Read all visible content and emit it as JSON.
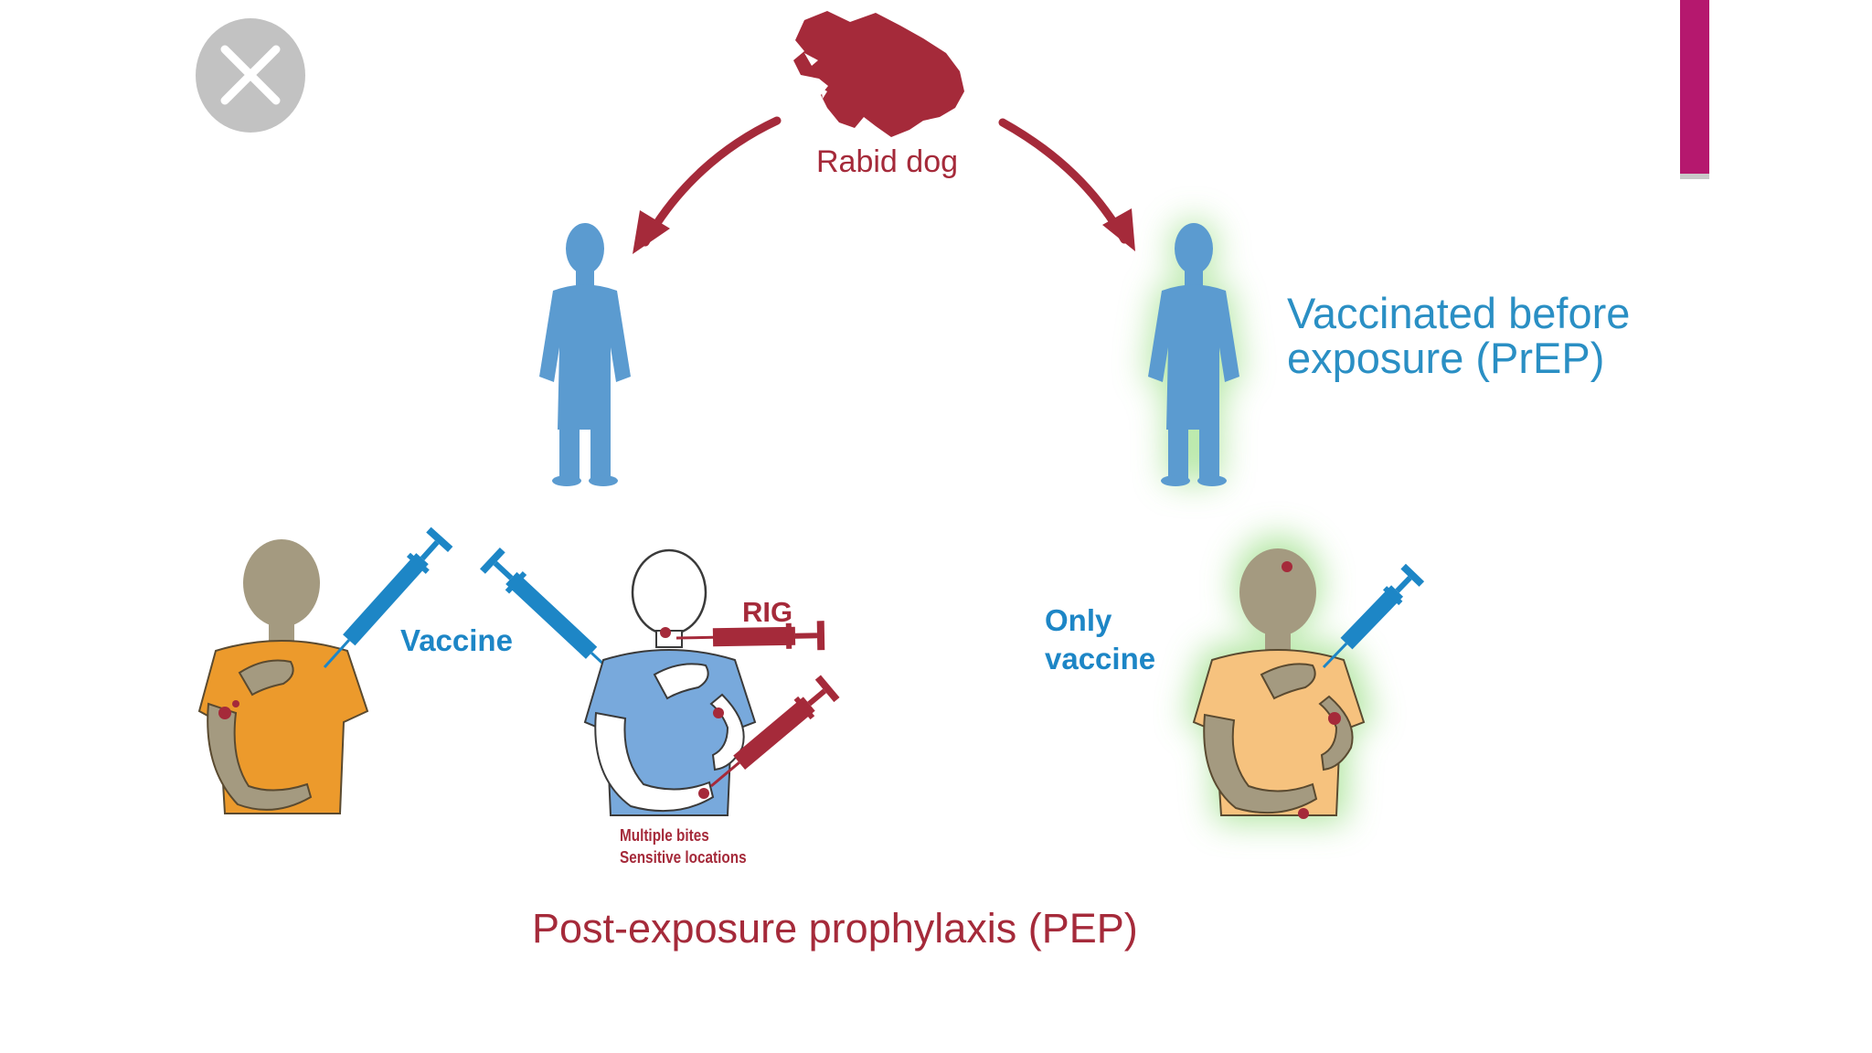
{
  "controls": {
    "close_icon": "close-icon"
  },
  "labels": {
    "rabid_dog": "Rabid dog",
    "prep": "Vaccinated before\nexposure (PrEP)",
    "vaccine": "Vaccine",
    "only_vaccine": "Only\nvaccine",
    "rig": "RIG",
    "bites_note": "Multiple bites\nSensitive locations",
    "pep": "Post-exposure prophylaxis (PEP)"
  },
  "colors": {
    "dog": "#a52a3a",
    "arrow": "#a52a3a",
    "child_silhouette": "#5b9bd0",
    "syringe_blue": "#1d86c6",
    "syringe_red": "#a52a3a",
    "shirt_orange": "#ec9a2c",
    "shirt_peach": "#f6c27e",
    "shirt_blue": "#78a9dc",
    "skin": "#a49a80",
    "glow": "#7fd46a",
    "accent_bar": "#b5186e",
    "close_button": "#c2c2c2"
  }
}
